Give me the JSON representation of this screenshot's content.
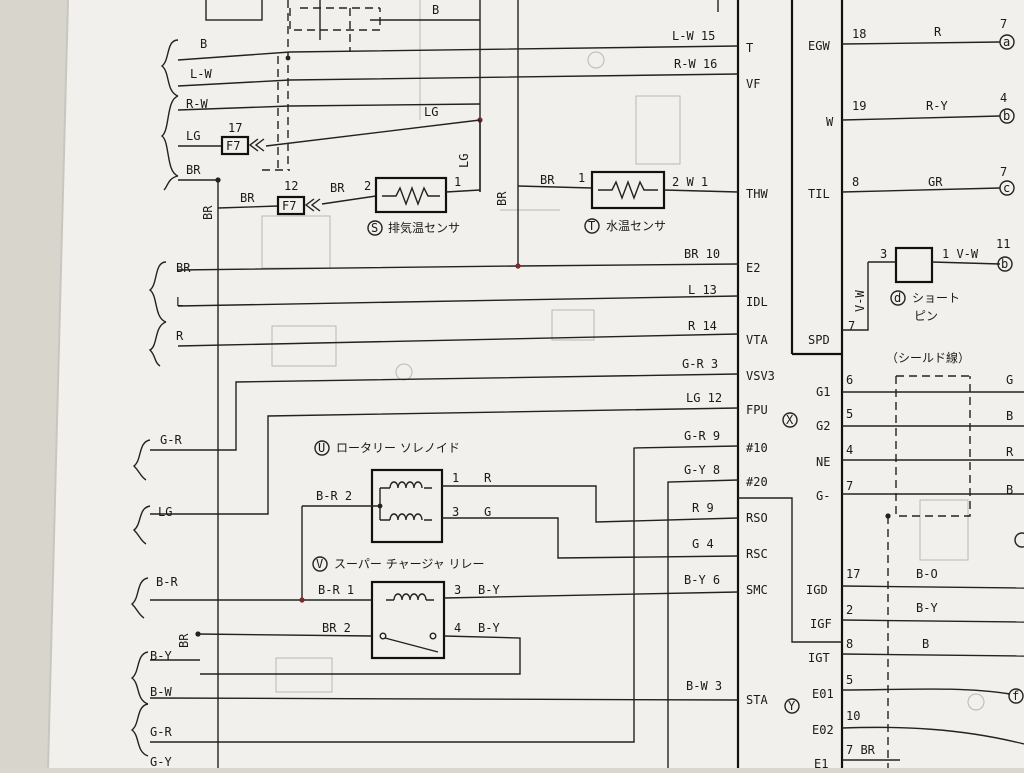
{
  "ecu_pins_left": [
    {
      "id": "t",
      "name": "T",
      "wire": "L-W 15"
    },
    {
      "id": "vf",
      "name": "VF",
      "wire": "R-W 16"
    },
    {
      "id": "thw",
      "name": "THW",
      "wire": "2 W  1"
    },
    {
      "id": "e2",
      "name": "E2",
      "wire": "BR 10"
    },
    {
      "id": "idl",
      "name": "IDL",
      "wire": "L 13"
    },
    {
      "id": "vta",
      "name": "VTA",
      "wire": "R 14"
    },
    {
      "id": "vsv3",
      "name": "VSV3",
      "wire": "G-R 3"
    },
    {
      "id": "fpu",
      "name": "FPU",
      "wire": "LG 12"
    },
    {
      "id": "n10",
      "name": "#10",
      "wire": "G-R 9"
    },
    {
      "id": "n20",
      "name": "#20",
      "wire": "G-Y 8"
    },
    {
      "id": "rso",
      "name": "RSO",
      "wire": "R  9"
    },
    {
      "id": "rsc",
      "name": "RSC",
      "wire": "G  4"
    },
    {
      "id": "smc",
      "name": "SMC",
      "wire": "B-Y 6"
    },
    {
      "id": "sta",
      "name": "STA",
      "wire": "B-W  3"
    }
  ],
  "ecu_pins_right": [
    {
      "id": "egw",
      "name": "EGW",
      "num": "18",
      "color": "R"
    },
    {
      "id": "w",
      "name": "W",
      "num": "19",
      "color": "R-Y"
    },
    {
      "id": "til",
      "name": "TIL",
      "num": "8",
      "color": "GR"
    },
    {
      "id": "spd",
      "name": "SPD",
      "num": "7",
      "color": ""
    },
    {
      "id": "g1",
      "name": "G1",
      "num": "6",
      "color": "G"
    },
    {
      "id": "g2",
      "name": "G2",
      "num": "5",
      "color": "B"
    },
    {
      "id": "ne",
      "name": "NE",
      "num": "4",
      "color": "R"
    },
    {
      "id": "gm",
      "name": "G-",
      "num": "7",
      "color": "B"
    },
    {
      "id": "igd",
      "name": "IGD",
      "num": "17",
      "color": "B-O"
    },
    {
      "id": "igf",
      "name": "IGF",
      "num": "2",
      "color": "B-Y"
    },
    {
      "id": "igt",
      "name": "IGT",
      "num": "8",
      "color": "B"
    },
    {
      "id": "e01",
      "name": "E01",
      "num": "5",
      "color": ""
    },
    {
      "id": "e02",
      "name": "E02",
      "num": "10",
      "color": ""
    },
    {
      "id": "e1",
      "name": "E1",
      "num": "7 BR",
      "color": ""
    }
  ],
  "ecu_markers": {
    "x": "X",
    "y": "Y"
  },
  "right_badges": [
    {
      "id": "a",
      "letter": "a",
      "num": "7"
    },
    {
      "id": "b1",
      "letter": "b",
      "num": "4"
    },
    {
      "id": "c",
      "letter": "c",
      "num": "7"
    },
    {
      "id": "b2",
      "letter": "b",
      "num": "11"
    }
  ],
  "left_wires": [
    {
      "id": "b",
      "text": "B"
    },
    {
      "id": "lw",
      "text": "L-W"
    },
    {
      "id": "rw",
      "text": "R-W"
    },
    {
      "id": "lg",
      "text": "LG"
    },
    {
      "id": "br",
      "text": "BR"
    },
    {
      "id": "br2",
      "text": "BR"
    },
    {
      "id": "l",
      "text": "L"
    },
    {
      "id": "r",
      "text": "R"
    },
    {
      "id": "gr",
      "text": "G-R"
    },
    {
      "id": "lg2",
      "text": "LG"
    },
    {
      "id": "br3",
      "text": "B-R"
    },
    {
      "id": "by",
      "text": "B-Y"
    },
    {
      "id": "bw",
      "text": "B-W"
    },
    {
      "id": "gr2",
      "text": "G-R"
    },
    {
      "id": "gy",
      "text": "G-Y"
    }
  ],
  "top_b_label": "B",
  "exhaust_sensor": {
    "circle": "S",
    "name": "排気温センサ",
    "connector": "F7",
    "conn_num_top": "17",
    "conn_num_bottom": "12",
    "wire_lg": "LG",
    "wire_br": "BR",
    "pin1": "1",
    "pin2": "2",
    "vertical_lg": "LG",
    "vertical_br": "BR"
  },
  "water_sensor": {
    "circle": "T",
    "name": "水温センサ",
    "wire_br": "BR",
    "pin1": "1",
    "vertical_br": "BR"
  },
  "short_pin": {
    "circle": "d",
    "line1": "ショート",
    "line2": "ピン",
    "pin3": "3",
    "pin1": "1 V-W",
    "wire": "V-W"
  },
  "shield_label": "（シールド線）",
  "rotary": {
    "circle": "U",
    "name": "ロータリー ソレノイド",
    "pin2": "B-R  2",
    "pin1": "1",
    "pin3": "3",
    "wire1": "R",
    "wire3": "G"
  },
  "relay": {
    "circle": "V",
    "name": "スーパー チャージャ リレー",
    "pin1": "B-R  1",
    "pin2": "BR  2",
    "pin3": "3",
    "pin4": "4",
    "wire3": "B-Y",
    "wire4": "B-Y",
    "br_label": "BR"
  },
  "right_edge": {
    "f": "f"
  }
}
